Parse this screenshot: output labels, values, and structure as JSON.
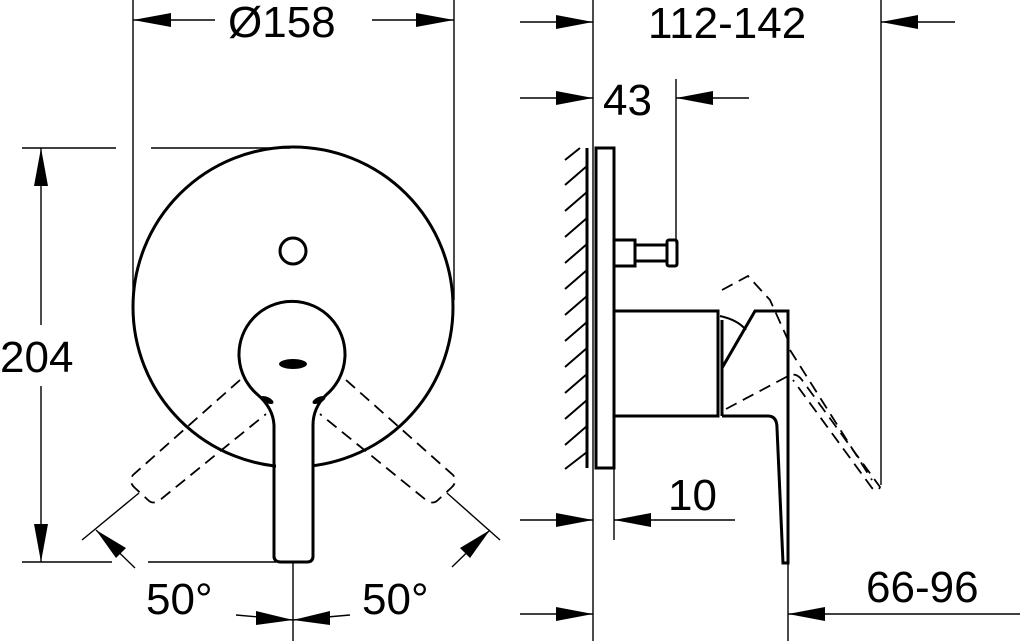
{
  "drawing": {
    "type": "technical dimension drawing",
    "subject": "concealed single-lever shower mixer trim",
    "front_view": {
      "diameter_label": "Ø158",
      "height_label": "204",
      "angle_left_label": "50°",
      "angle_right_label": "50°"
    },
    "side_view": {
      "total_projection_label": "112-142",
      "diverter_projection_label": "43",
      "plate_thickness_label": "10",
      "handle_projection_label": "66-96"
    },
    "colors": {
      "line": "#000000",
      "background": "#ffffff"
    }
  }
}
